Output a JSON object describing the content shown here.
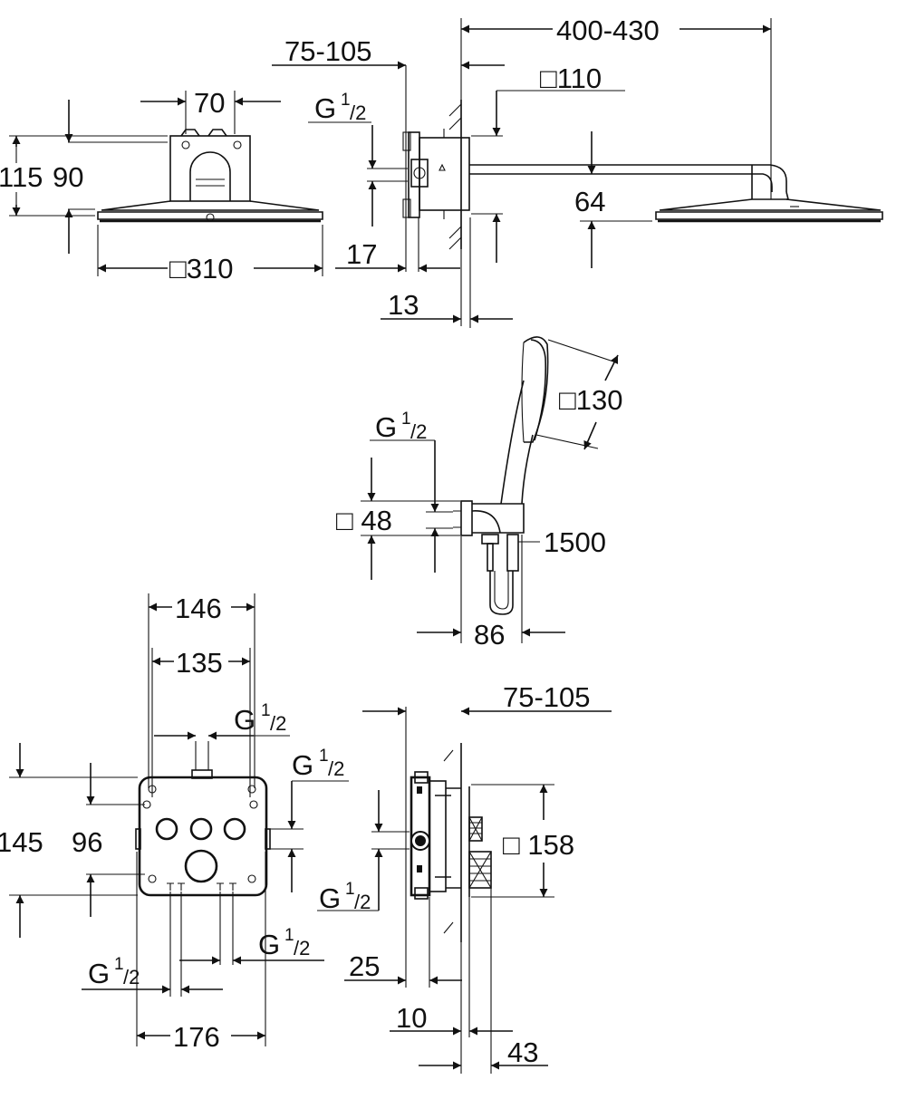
{
  "top_view": {
    "width_70": "70",
    "height_115": "115",
    "height_90": "90",
    "size_310": "□310"
  },
  "side_view": {
    "projection": "400-430",
    "wall_depth": "75-105",
    "thread_label": "G",
    "thread_num": "1",
    "thread_den": "/2",
    "plate_110": "□110",
    "height_64": "64",
    "depth_17": "17",
    "depth_13": "13"
  },
  "hand_shower": {
    "head_130": "□130",
    "thread_label": "G",
    "thread_num": "1",
    "thread_den": "/2",
    "holder_48": "□ 48",
    "hose_1500": "1500",
    "offset_86": "86"
  },
  "valve_front": {
    "width_146": "146",
    "width_135": "135",
    "height_145": "145",
    "height_96": "96",
    "width_176": "176",
    "thread_top_label": "G",
    "thread_right_label": "G",
    "thread_bl_label": "G",
    "thread_br_label": "G",
    "thread_num": "1",
    "thread_den": "/2"
  },
  "valve_side": {
    "wall_depth": "75-105",
    "plate_158": "□ 158",
    "thread_label": "G",
    "thread_num": "1",
    "thread_den": "/2",
    "depth_25": "25",
    "depth_10": "10",
    "depth_43": "43"
  }
}
